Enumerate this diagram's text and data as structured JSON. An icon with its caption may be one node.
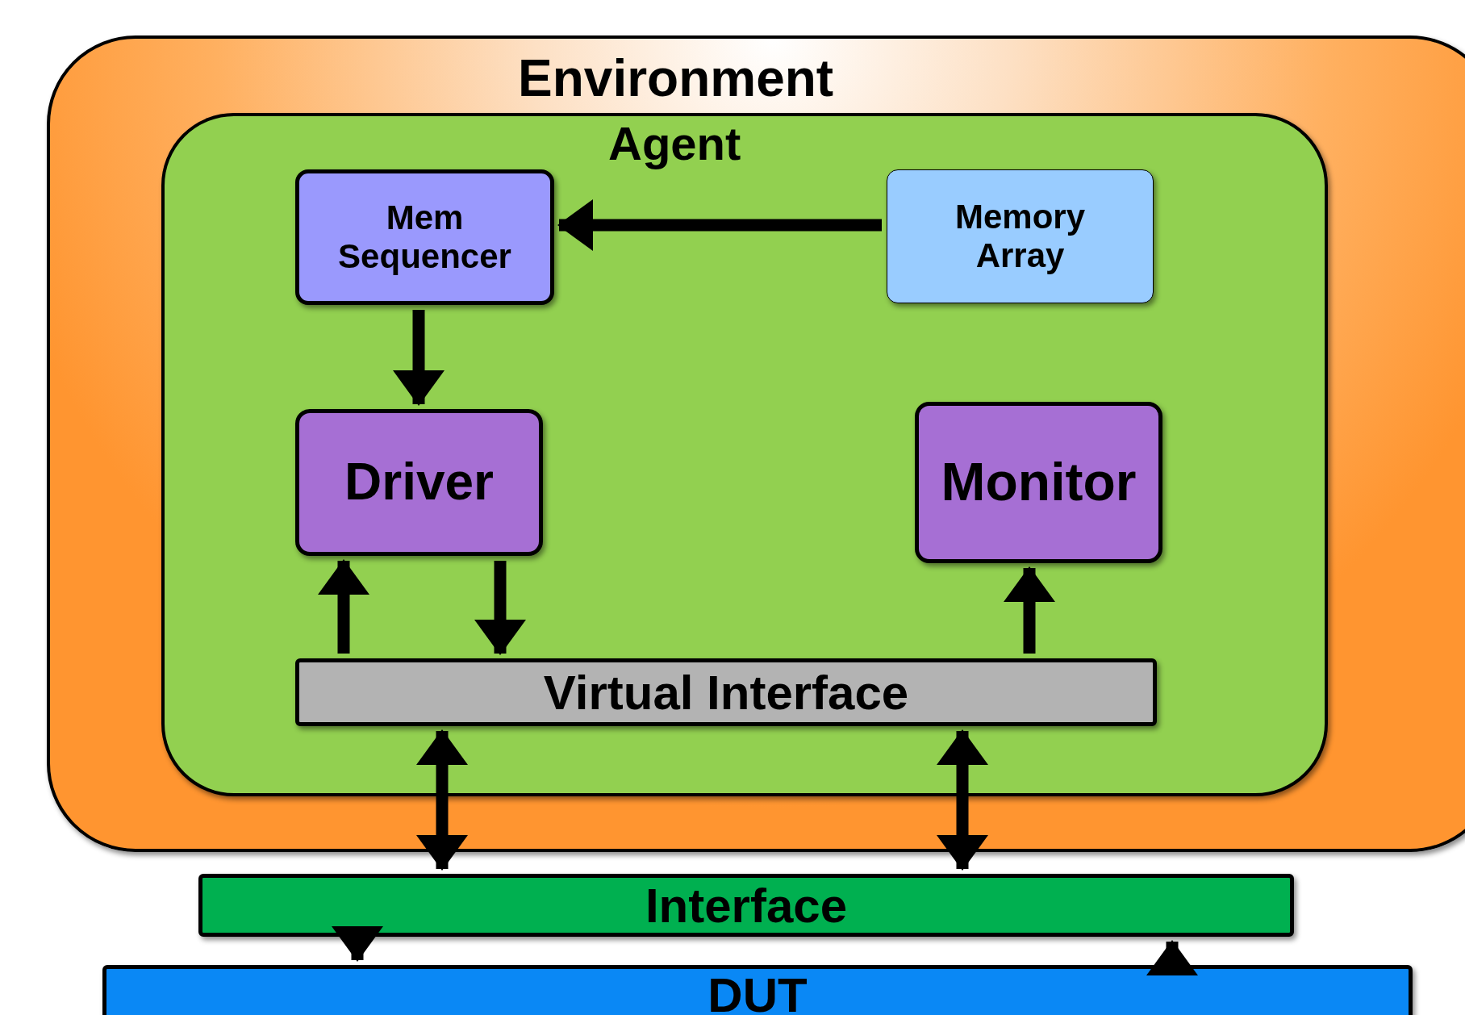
{
  "diagram": {
    "nodes": [
      {
        "text": [
          "Environment"
        ]
      },
      {
        "text": [
          "Agent"
        ],
        "in": 0
      },
      {
        "text": [
          "Mem Sequencer"
        ],
        "in": 1
      },
      {
        "text": [
          "Memory Array"
        ],
        "in": 1
      },
      {
        "text": [
          "Driver"
        ],
        "in": 1
      },
      {
        "text": [
          "Monitor"
        ],
        "in": 1
      },
      {
        "text": [
          "Virtual Interface"
        ],
        "in": 1
      },
      {
        "text": [
          "Interface"
        ]
      },
      {
        "text": [
          "DUT"
        ]
      }
    ],
    "edges": [
      {
        "from": 3,
        "to": 2,
        "arrow": "to"
      },
      {
        "from": 2,
        "to": 4,
        "arrow": "to"
      },
      {
        "from": 6,
        "to": 4,
        "arrow": "to"
      },
      {
        "from": 4,
        "to": 6,
        "arrow": "to"
      },
      {
        "from": 6,
        "to": 5,
        "arrow": "to"
      },
      {
        "from": 6,
        "to": 7,
        "arrow": "both"
      },
      {
        "from": 6,
        "to": 7,
        "arrow": "both"
      },
      {
        "from": 7,
        "to": 8,
        "arrow": "to"
      },
      {
        "from": 8,
        "to": 7,
        "arrow": "to"
      }
    ]
  }
}
